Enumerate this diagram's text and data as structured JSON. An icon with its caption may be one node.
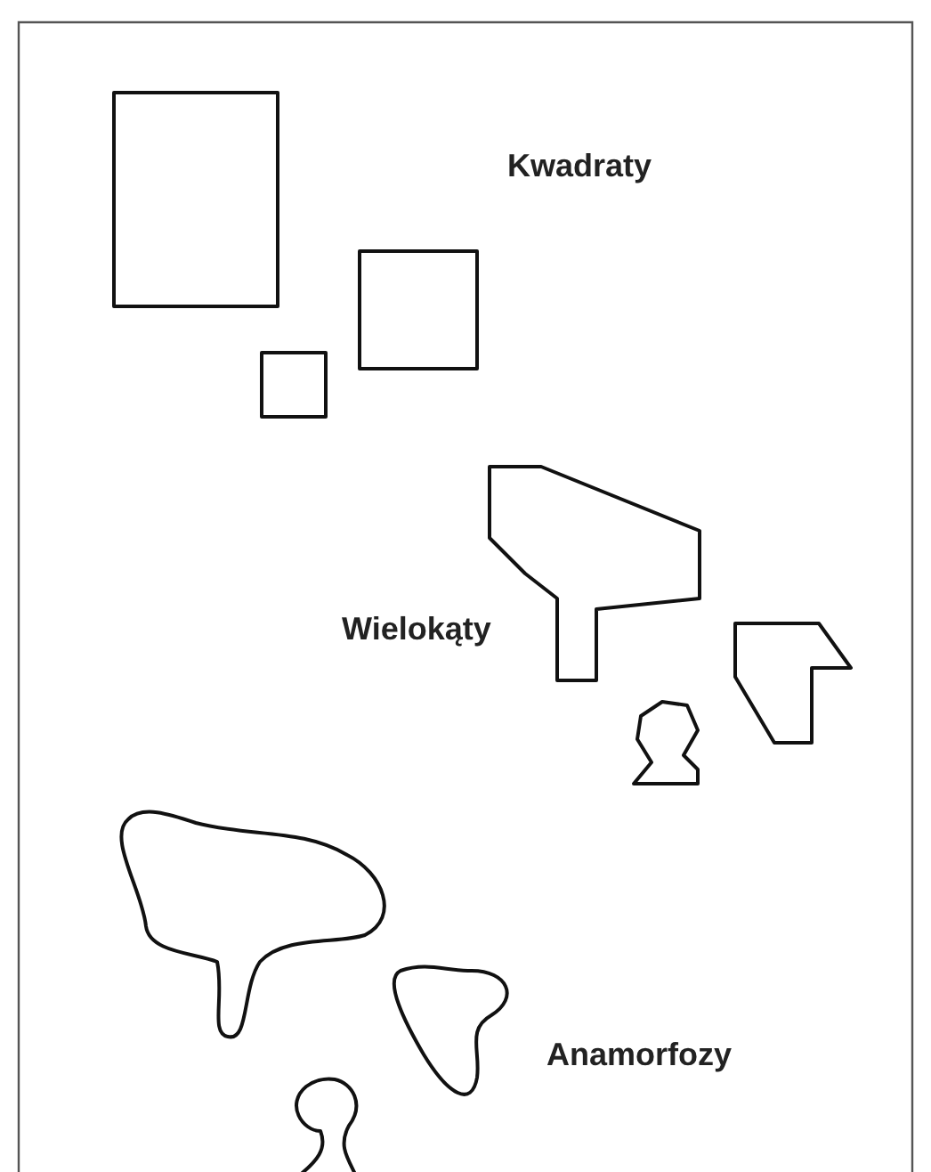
{
  "diagram": {
    "labels": [
      "Kwadraty",
      "Wielokąty",
      "Anamorfozy"
    ]
  }
}
